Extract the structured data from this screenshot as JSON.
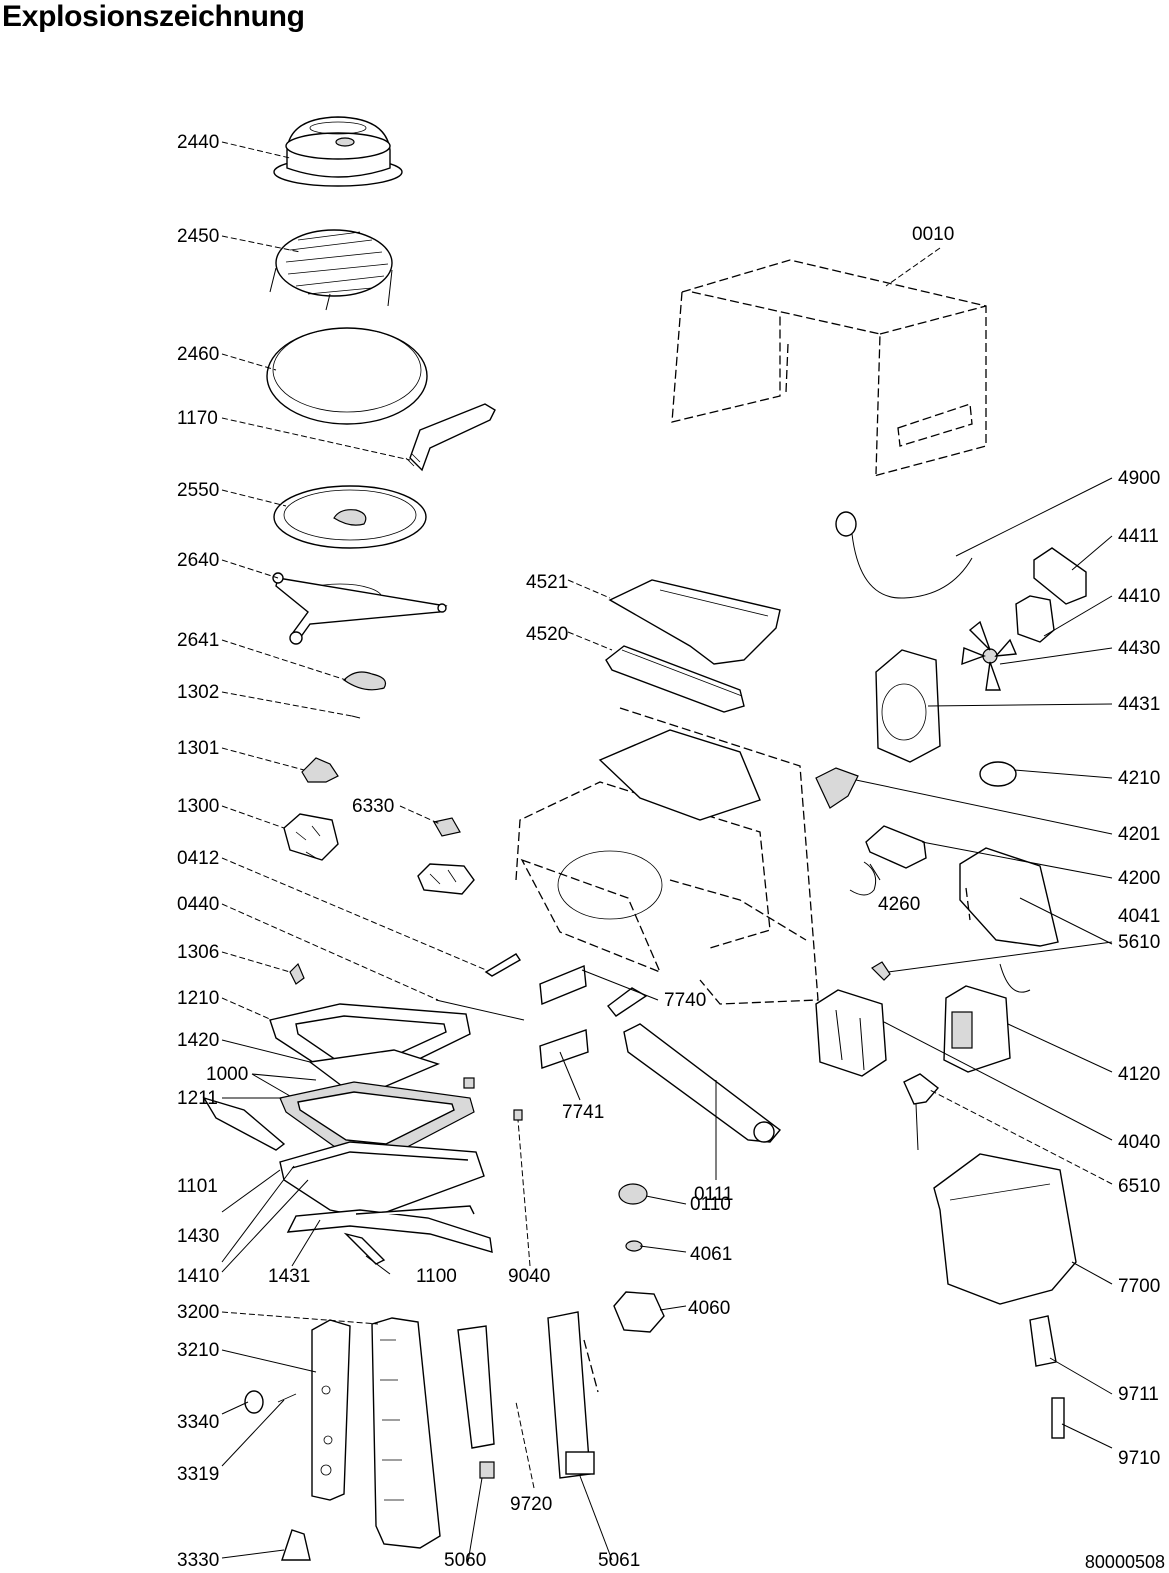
{
  "title": "Explosionszeichnung",
  "document_number": "80000508",
  "parts": [
    {
      "id": "2440",
      "label": "2440"
    },
    {
      "id": "2450",
      "label": "2450"
    },
    {
      "id": "2460",
      "label": "2460"
    },
    {
      "id": "1170",
      "label": "1170"
    },
    {
      "id": "2550",
      "label": "2550"
    },
    {
      "id": "2640",
      "label": "2640"
    },
    {
      "id": "2641",
      "label": "2641"
    },
    {
      "id": "1302",
      "label": "1302"
    },
    {
      "id": "1301",
      "label": "1301"
    },
    {
      "id": "1300",
      "label": "1300"
    },
    {
      "id": "6330",
      "label": "6330"
    },
    {
      "id": "0412",
      "label": "0412"
    },
    {
      "id": "0440",
      "label": "0440"
    },
    {
      "id": "1306",
      "label": "1306"
    },
    {
      "id": "1210",
      "label": "1210"
    },
    {
      "id": "1420",
      "label": "1420"
    },
    {
      "id": "1000",
      "label": "1000"
    },
    {
      "id": "1211",
      "label": "1211"
    },
    {
      "id": "1101",
      "label": "1101"
    },
    {
      "id": "1430",
      "label": "1430"
    },
    {
      "id": "1410",
      "label": "1410"
    },
    {
      "id": "1431",
      "label": "1431"
    },
    {
      "id": "1100",
      "label": "1100"
    },
    {
      "id": "9040",
      "label": "9040"
    },
    {
      "id": "3200",
      "label": "3200"
    },
    {
      "id": "3210",
      "label": "3210"
    },
    {
      "id": "3340",
      "label": "3340"
    },
    {
      "id": "3319",
      "label": "3319"
    },
    {
      "id": "3330",
      "label": "3330"
    },
    {
      "id": "5060",
      "label": "5060"
    },
    {
      "id": "9720",
      "label": "9720"
    },
    {
      "id": "5061",
      "label": "5061"
    },
    {
      "id": "0010",
      "label": "0010"
    },
    {
      "id": "4900",
      "label": "4900"
    },
    {
      "id": "4411",
      "label": "4411"
    },
    {
      "id": "4410",
      "label": "4410"
    },
    {
      "id": "4430",
      "label": "4430"
    },
    {
      "id": "4431",
      "label": "4431"
    },
    {
      "id": "4210",
      "label": "4210"
    },
    {
      "id": "4201",
      "label": "4201"
    },
    {
      "id": "4200",
      "label": "4200"
    },
    {
      "id": "4041",
      "label": "4041"
    },
    {
      "id": "4260",
      "label": "4260"
    },
    {
      "id": "5610",
      "label": "5610"
    },
    {
      "id": "4120",
      "label": "4120"
    },
    {
      "id": "4040",
      "label": "4040"
    },
    {
      "id": "6510",
      "label": "6510"
    },
    {
      "id": "7700",
      "label": "7700"
    },
    {
      "id": "9711",
      "label": "9711"
    },
    {
      "id": "9710",
      "label": "9710"
    },
    {
      "id": "4521",
      "label": "4521"
    },
    {
      "id": "4520",
      "label": "4520"
    },
    {
      "id": "7740",
      "label": "7740"
    },
    {
      "id": "7741",
      "label": "7741"
    },
    {
      "id": "0111",
      "label": "0111"
    },
    {
      "id": "0110",
      "label": "0110"
    },
    {
      "id": "4061",
      "label": "4061"
    },
    {
      "id": "4060",
      "label": "4060"
    }
  ]
}
